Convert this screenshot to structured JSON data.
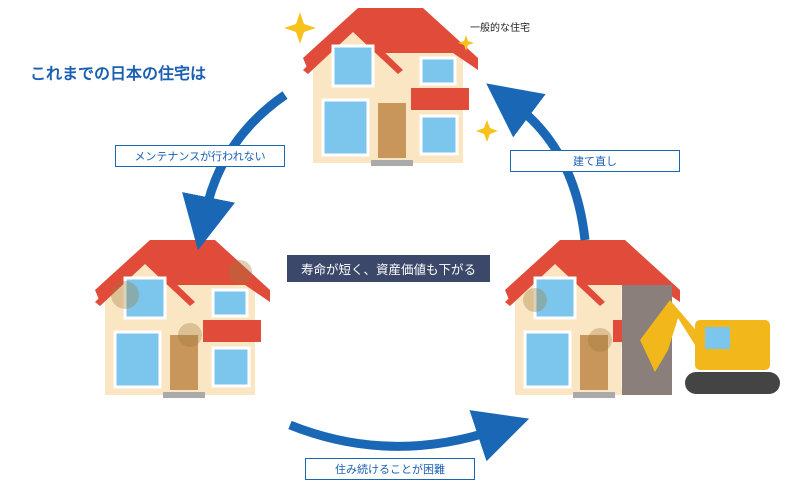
{
  "title": "これまでの日本の住宅は",
  "house_label": "一般的な住宅",
  "labels": {
    "maintenance": "メンテナンスが行われない",
    "rebuild": "建て直し",
    "difficult": "住み続けることが困難",
    "center": "寿命が短く、資産価値も下がる"
  },
  "colors": {
    "arrow": "#1a68b5",
    "roof": "#e04b3a",
    "wall": "#fbe6c4",
    "window": "#7cc6ee",
    "door": "#c8955a",
    "center_bg": "#3b4869"
  }
}
